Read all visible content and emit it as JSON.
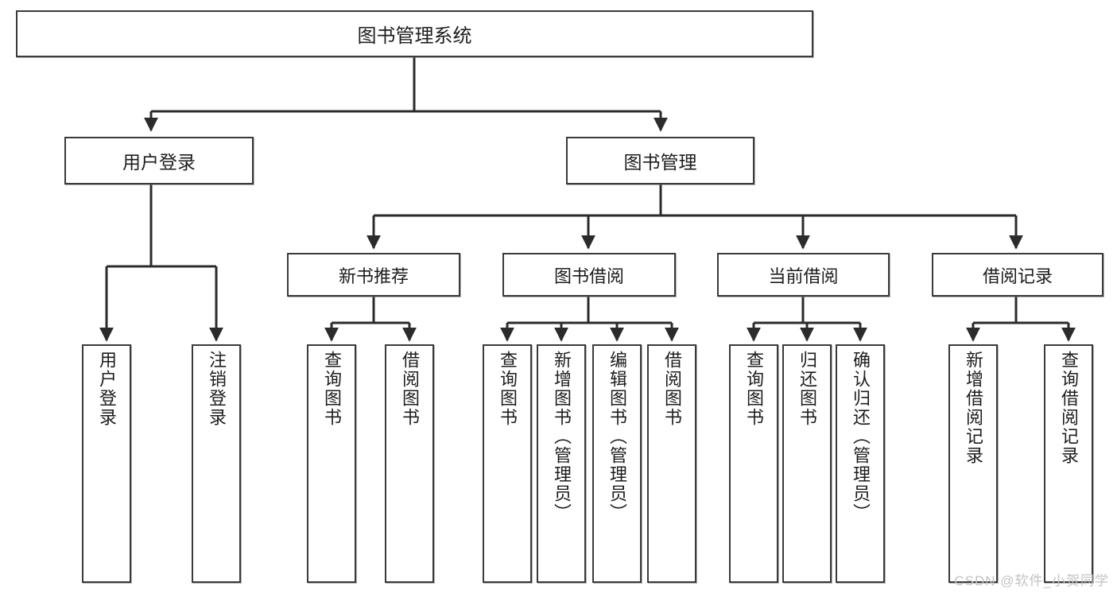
{
  "diagram": {
    "title": "图书管理系统",
    "watermark": "CSDN @软件_小贺同学",
    "colors": {
      "box_border": "#3a3a3a",
      "box_fill": "#ffffff",
      "connector": "#2b2b2b",
      "text": "#1d1d1d",
      "watermark": "#c3c3c3"
    },
    "root": {
      "label": "图书管理系统"
    },
    "tier1": [
      {
        "label": "用户登录"
      },
      {
        "label": "图书管理"
      }
    ],
    "tier2": [
      {
        "label": "新书推荐"
      },
      {
        "label": "图书借阅"
      },
      {
        "label": "当前借阅"
      },
      {
        "label": "借阅记录"
      }
    ],
    "leaves": {
      "user_login": [
        {
          "label": "用户登录"
        },
        {
          "label": "注销登录"
        }
      ],
      "new_book": [
        {
          "label": "查询图书"
        },
        {
          "label": "借阅图书"
        }
      ],
      "book_borrow": [
        {
          "label": "查询图书"
        },
        {
          "label": "新增图书（管理员）"
        },
        {
          "label": "编辑图书（管理员）"
        },
        {
          "label": "借阅图书"
        }
      ],
      "current_borrow": [
        {
          "label": "查询图书"
        },
        {
          "label": "归还图书"
        },
        {
          "label": "确认归还（管理员）"
        }
      ],
      "borrow_record": [
        {
          "label": "新增借阅记录"
        },
        {
          "label": "查询借阅记录"
        }
      ]
    }
  }
}
